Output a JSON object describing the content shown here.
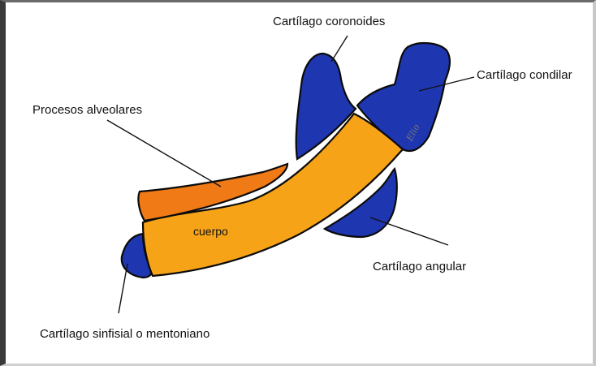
{
  "labels": {
    "coronoides": "Cartílago coronoides",
    "condilar": "Cartílago condilar",
    "alveolares": "Procesos alveolares",
    "cuerpo": "cuerpo",
    "angular": "Cartílago angular",
    "sinfisial": "Cartílago sinfisial o mentoniano"
  },
  "signature": "Elio",
  "colors": {
    "cartilage": "#1e36b0",
    "body": "#f6a318",
    "alveolar": "#f07a16",
    "outline": "#0b0b0b"
  }
}
